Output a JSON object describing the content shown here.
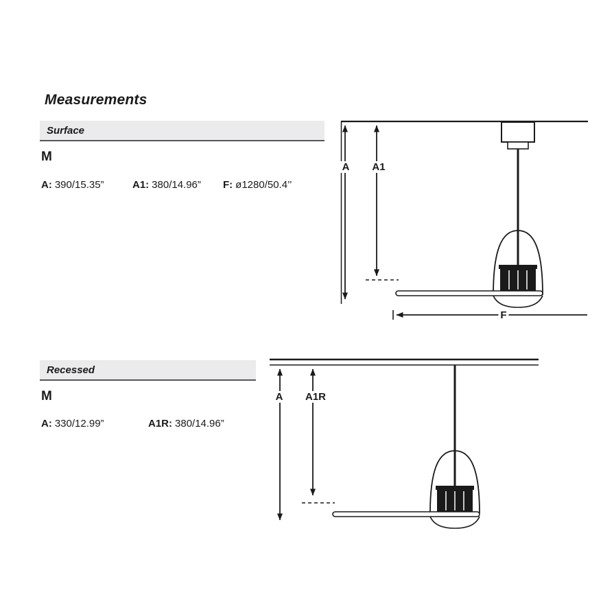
{
  "page": {
    "title": "Measurements"
  },
  "theme": {
    "ink": "#1a1a1a",
    "header_bg": "#ebebeb",
    "header_rule": "#55565a"
  },
  "sections": {
    "surface": {
      "header": "Surface",
      "model": "M",
      "specs": [
        {
          "label": "A:",
          "value": "390/15.35”"
        },
        {
          "label": "A1:",
          "value": "380/14.96”"
        },
        {
          "label": "F:",
          "value": "ø1280/50.4’’"
        }
      ],
      "dims": {
        "a": "A",
        "a1": "A1",
        "f": "F"
      }
    },
    "recessed": {
      "header": "Recessed",
      "model": "M",
      "specs": [
        {
          "label": "A:",
          "value": "330/12.99”"
        },
        {
          "label": "A1R:",
          "value": "380/14.96”"
        }
      ],
      "dims": {
        "a": "A",
        "a1r": "A1R"
      }
    }
  }
}
